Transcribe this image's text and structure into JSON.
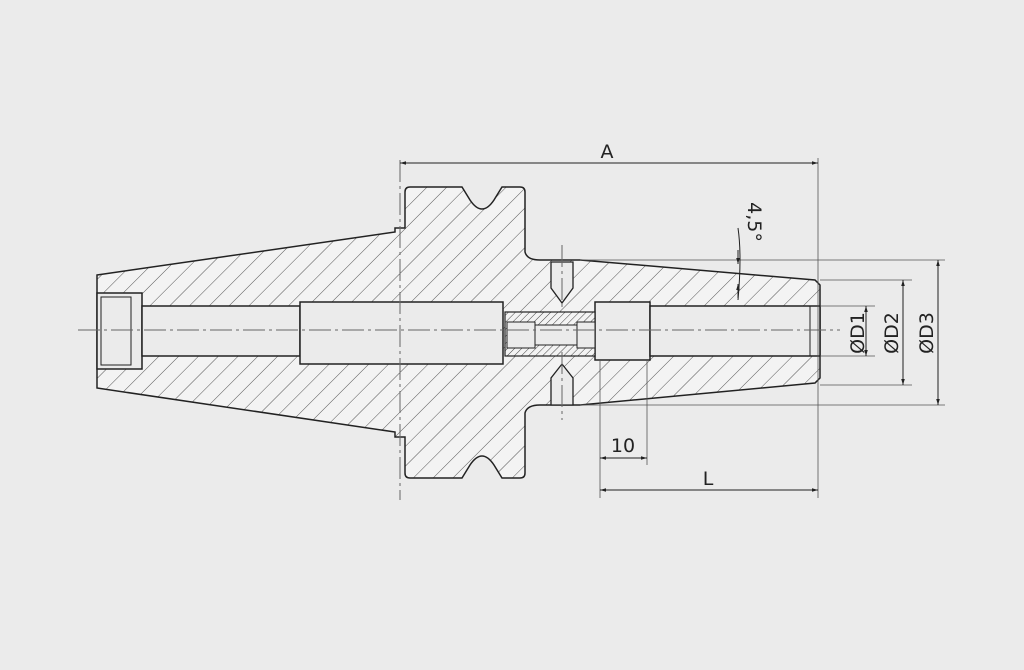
{
  "drawing": {
    "dimensions": {
      "overall_length": "A",
      "length": "L",
      "offset": "10",
      "taper_angle": "4,5°",
      "diameter_1": "ØD1",
      "diameter_2": "ØD2",
      "diameter_3": "ØD3"
    }
  },
  "colors": {
    "background": "#ebebeb",
    "line": "#222222",
    "hatch": "#555555"
  }
}
